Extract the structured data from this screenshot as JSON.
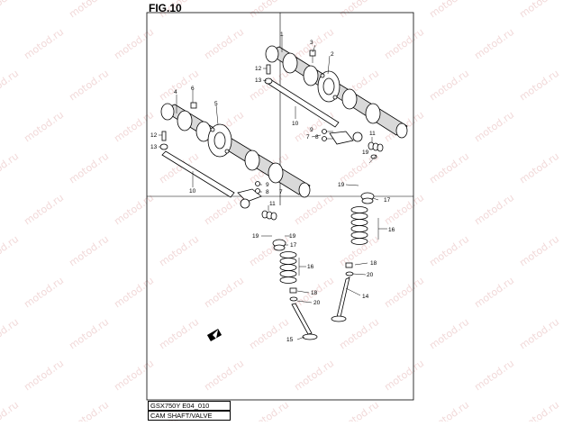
{
  "figure": {
    "title": "FIG.10",
    "footer_code": "GSX750Y E04_010",
    "footer_name": "CAM SHAFT/VALVE",
    "watermark": "motod.ru",
    "callouts": [
      "1",
      "2",
      "3",
      "4",
      "5",
      "6",
      "7",
      "8",
      "9",
      "10",
      "11",
      "12",
      "13",
      "14",
      "15",
      "16",
      "17",
      "18",
      "19",
      "20"
    ]
  },
  "colors": {
    "line": "#000000",
    "watermark": "#d58a8a",
    "background": "#ffffff"
  }
}
